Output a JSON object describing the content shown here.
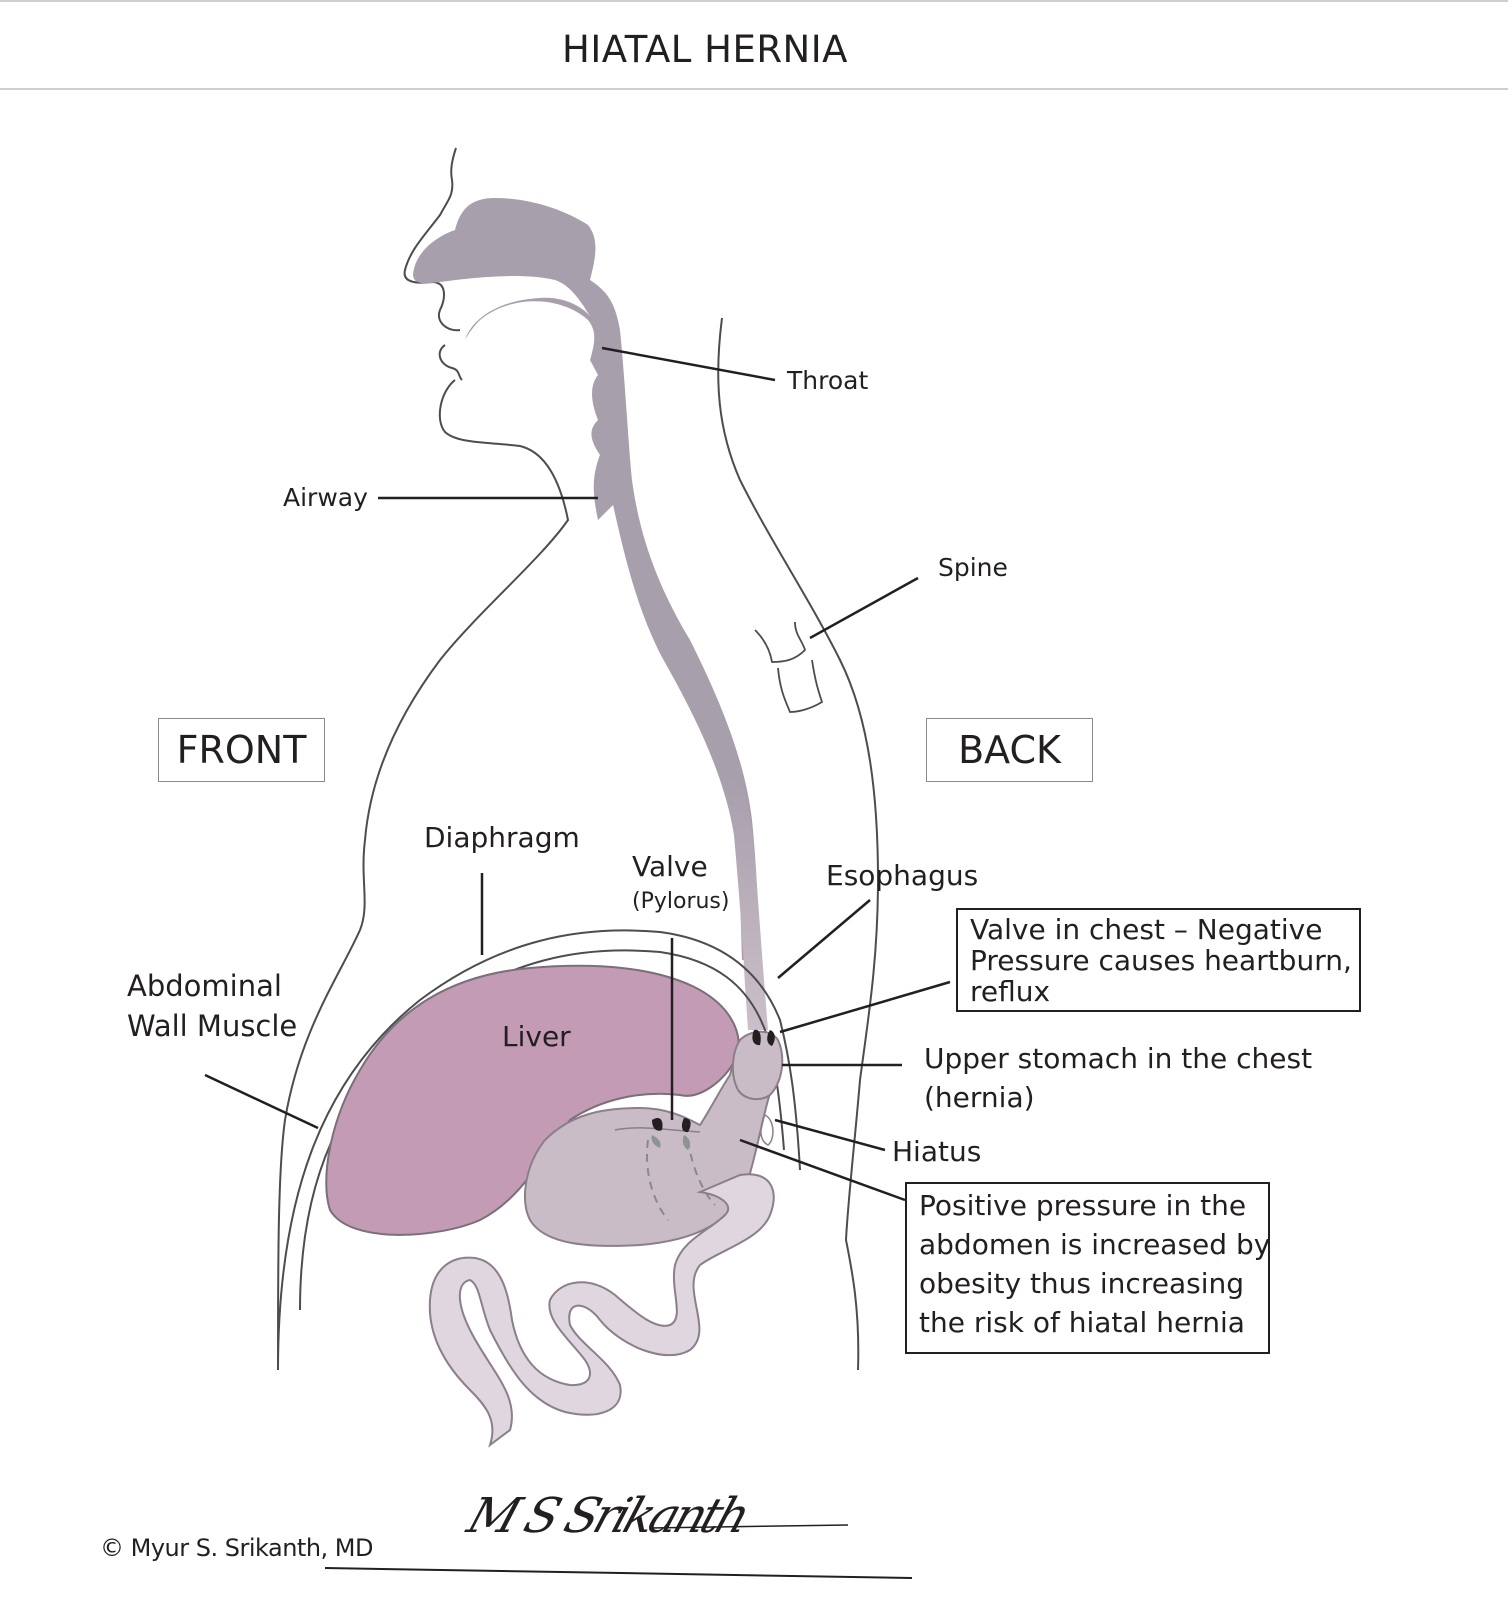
{
  "header": {
    "title": "HIATAL HERNIA"
  },
  "orientation": {
    "front": "FRONT",
    "back": "BACK"
  },
  "labels": {
    "throat": "Throat",
    "airway": "Airway",
    "spine": "Spine",
    "diaphragm": "Diaphragm",
    "valve": "Valve",
    "valve_sub": "(Pylorus)",
    "esophagus": "Esophagus",
    "abdominal_wall_line1": "Abdominal",
    "abdominal_wall_line2": "Wall Muscle",
    "liver": "Liver",
    "upper_stomach_line1": "Upper stomach in the chest",
    "upper_stomach_line2": "(hernia)",
    "hiatus": "Hiatus"
  },
  "notes": {
    "valve_chest": {
      "lines": [
        "Valve in chest – Negative",
        "Pressure causes heartburn,",
        "reflux"
      ]
    },
    "positive_pressure": {
      "lines": [
        "Positive pressure in the",
        "abdomen is increased by",
        "obesity thus increasing",
        "the risk of hiatal hernia"
      ]
    }
  },
  "footer": {
    "copyright": "© Myur S. Srikanth, MD",
    "signature": "M S Srikanth"
  },
  "colors": {
    "airway_fill": "#a89fac",
    "liver_fill": "#c49bb5",
    "stomach_fill": "#c9bcc6",
    "intestine_fill": "#e0d6df",
    "outline": "#4d4d4f",
    "leader": "#231f20"
  }
}
